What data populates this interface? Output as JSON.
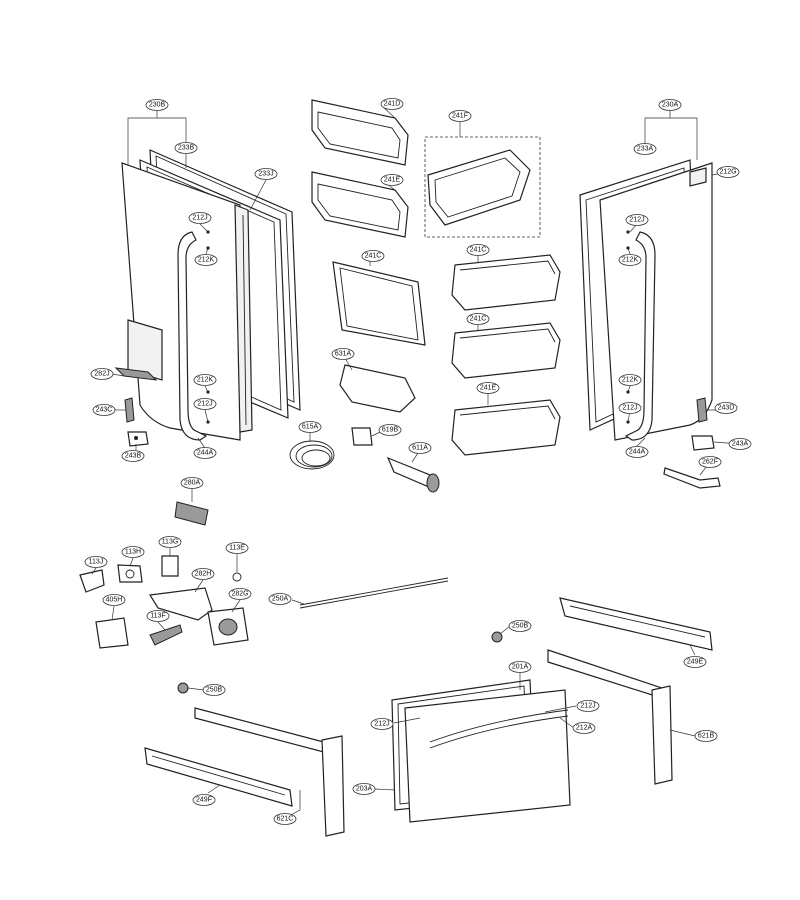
{
  "callouts": [
    {
      "id": "c230B",
      "text": "230B"
    },
    {
      "id": "c233B",
      "text": "233B"
    },
    {
      "id": "c233J",
      "text": "233J"
    },
    {
      "id": "c212J_l1",
      "text": "212J"
    },
    {
      "id": "c212K_l1",
      "text": "212K"
    },
    {
      "id": "c212K_l2",
      "text": "212K"
    },
    {
      "id": "c212J_l2",
      "text": "212J"
    },
    {
      "id": "c282J",
      "text": "282J"
    },
    {
      "id": "c243C",
      "text": "243C"
    },
    {
      "id": "c243B",
      "text": "243B"
    },
    {
      "id": "c244A_l",
      "text": "244A"
    },
    {
      "id": "c241D",
      "text": "241D"
    },
    {
      "id": "c241E_top",
      "text": "241E"
    },
    {
      "id": "c241F",
      "text": "241F"
    },
    {
      "id": "c241C_panel",
      "text": "241C"
    },
    {
      "id": "c241C_bin1",
      "text": "241C"
    },
    {
      "id": "c241C_bin2",
      "text": "241C"
    },
    {
      "id": "c241E_bin",
      "text": "241E"
    },
    {
      "id": "c631A",
      "text": "631A"
    },
    {
      "id": "c615A",
      "text": "615A"
    },
    {
      "id": "c619B",
      "text": "619B"
    },
    {
      "id": "c611A",
      "text": "611A"
    },
    {
      "id": "c230A",
      "text": "230A"
    },
    {
      "id": "c233A",
      "text": "233A"
    },
    {
      "id": "c212G",
      "text": "212G"
    },
    {
      "id": "c212J_r1",
      "text": "212J"
    },
    {
      "id": "c212K_r1",
      "text": "212K"
    },
    {
      "id": "c212K_r2",
      "text": "212K"
    },
    {
      "id": "c212J_r2",
      "text": "212J"
    },
    {
      "id": "c243D",
      "text": "243D"
    },
    {
      "id": "c243A",
      "text": "243A"
    },
    {
      "id": "c244A_r",
      "text": "244A"
    },
    {
      "id": "c262F",
      "text": "262F"
    },
    {
      "id": "c280A",
      "text": "280A"
    },
    {
      "id": "c113G",
      "text": "113G"
    },
    {
      "id": "c113H",
      "text": "113H"
    },
    {
      "id": "c113J",
      "text": "113J"
    },
    {
      "id": "c113E",
      "text": "113E"
    },
    {
      "id": "c282H",
      "text": "282H"
    },
    {
      "id": "c282G",
      "text": "282G"
    },
    {
      "id": "c405H",
      "text": "405H"
    },
    {
      "id": "c113F",
      "text": "113F"
    },
    {
      "id": "c250A",
      "text": "250A"
    },
    {
      "id": "c250B_r",
      "text": "250B"
    },
    {
      "id": "c249E",
      "text": "249E"
    },
    {
      "id": "c201A",
      "text": "201A"
    },
    {
      "id": "c212J_d1",
      "text": "212J"
    },
    {
      "id": "c212J_d2",
      "text": "212J"
    },
    {
      "id": "c212A",
      "text": "212A"
    },
    {
      "id": "c621B",
      "text": "621B"
    },
    {
      "id": "c250B_l",
      "text": "250B"
    },
    {
      "id": "c203A",
      "text": "203A"
    },
    {
      "id": "c249F",
      "text": "249F"
    },
    {
      "id": "c621C",
      "text": "621C"
    }
  ]
}
